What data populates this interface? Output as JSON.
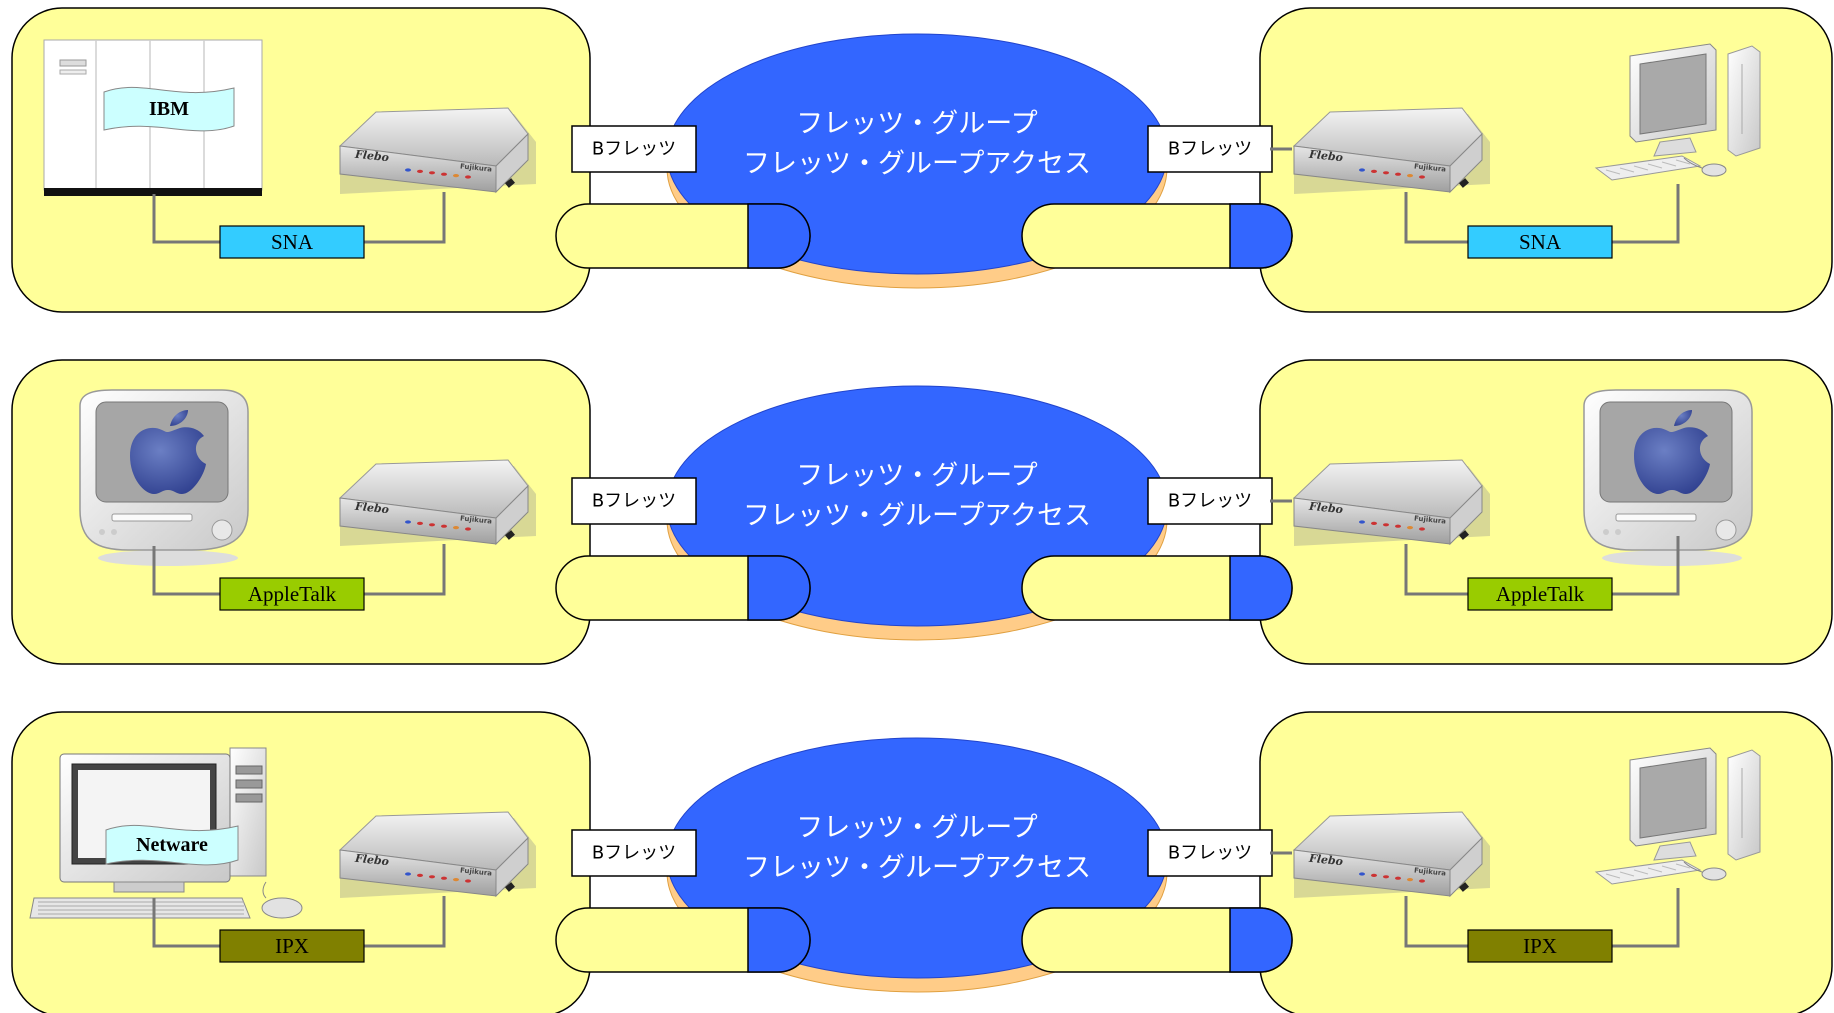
{
  "colors": {
    "site_fill": "#ffff99",
    "cloud_fill": "#3366ff",
    "cloud_shadow": "#ffcc88",
    "pill_fill": "#ffff99",
    "pill_cap": "#3366ff",
    "sna": "#33ccff",
    "appletalk": "#99cc00",
    "ipx": "#808000",
    "os_tag": "#ccffff"
  },
  "cloud_lines": [
    "フレッツ・グループ",
    "フレッツ・グループアクセス"
  ],
  "connector_label": "Bフレッツ",
  "device_brand": "Flebo",
  "device_maker": "Fujikura",
  "rows": [
    {
      "protocol": "SNA",
      "left_host": "ibm-mainframe",
      "left_host_label": "IBM",
      "right_host": "desktop-pc"
    },
    {
      "protocol": "AppleTalk",
      "left_host": "imac",
      "left_host_label": "",
      "right_host": "imac"
    },
    {
      "protocol": "IPX",
      "left_host": "netware-pc",
      "left_host_label": "Netware",
      "right_host": "desktop-pc"
    }
  ]
}
